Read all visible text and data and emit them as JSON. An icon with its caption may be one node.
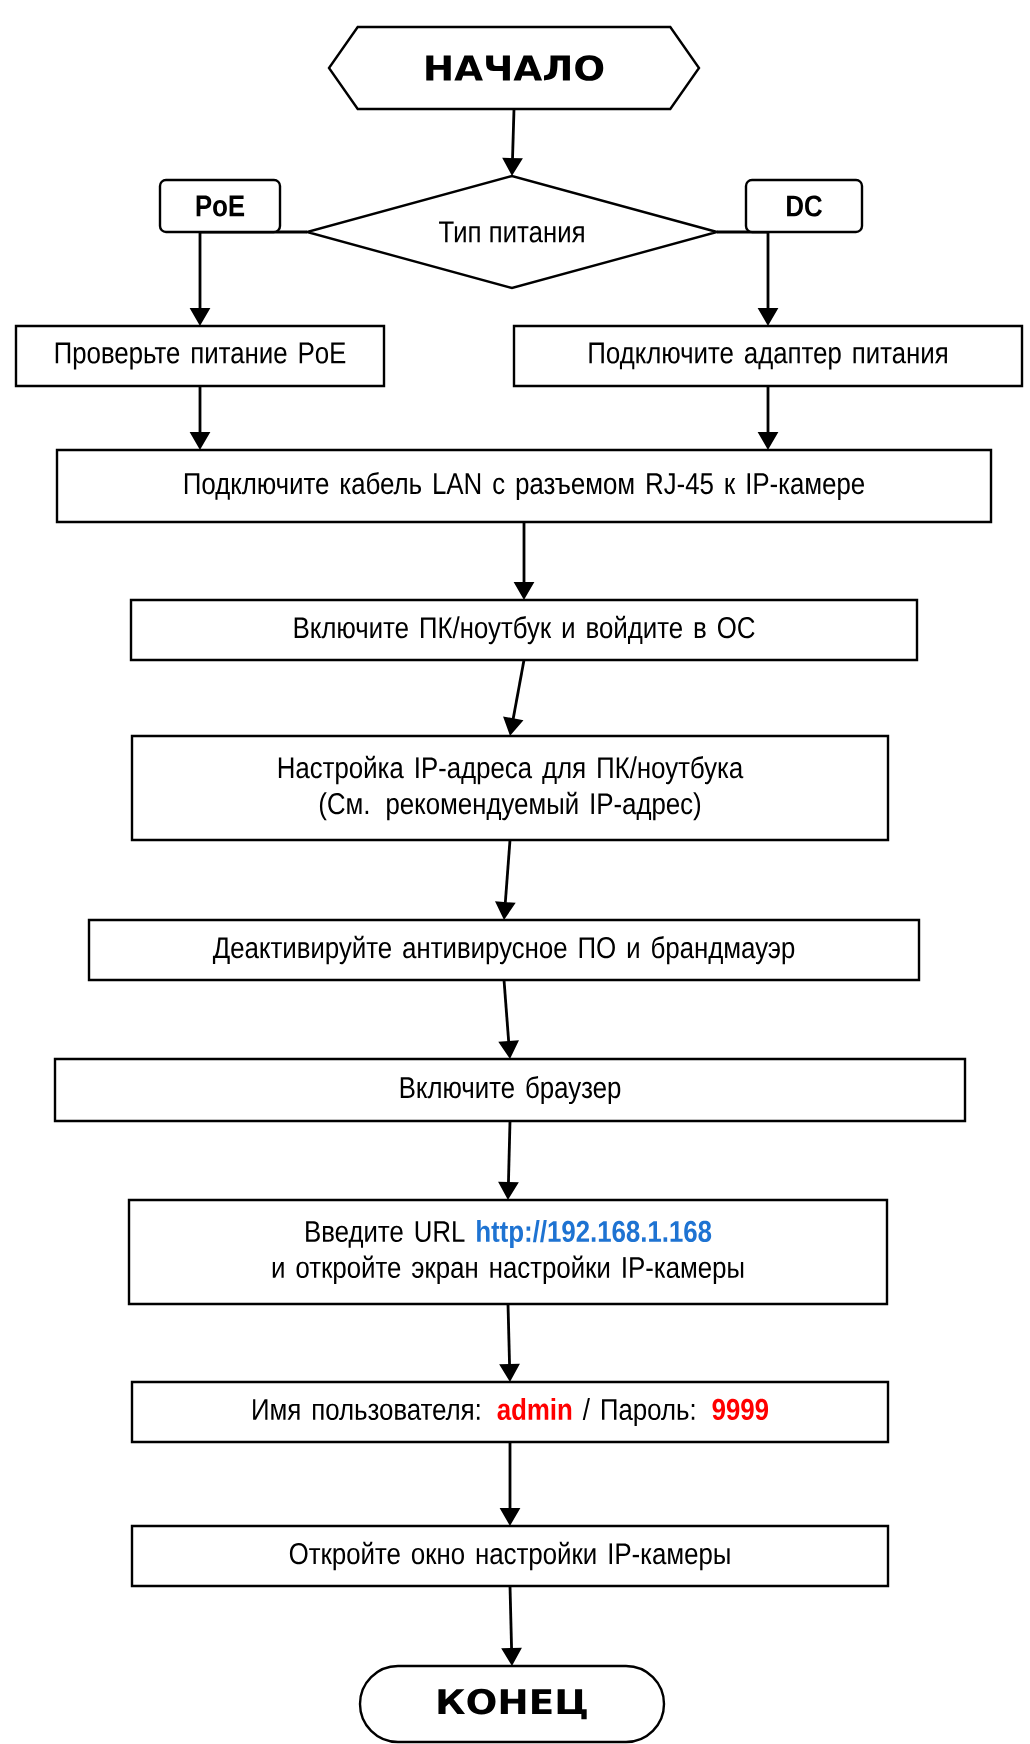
{
  "diagram": {
    "nodes": [
      {
        "text": [
          "НАЧАЛО"
        ]
      },
      {
        "text": [
          "Тип питания"
        ]
      },
      {
        "text": [
          "Проверьте питание PoE"
        ]
      },
      {
        "text": [
          "Подключите адаптер питания"
        ]
      },
      {
        "text": [
          "Подключите кабель LAN с разъемом RJ-45 к IP-камере"
        ]
      },
      {
        "text": [
          "Включите ПК/ноутбук и войдите в ОС"
        ]
      },
      {
        "text": [
          "Настройка IP-адреса для ПК/ноутбука (См. рекомендуемый IP-адрес)"
        ]
      },
      {
        "text": [
          "Деактивируйте антивирусное ПО и брандмауэр"
        ]
      },
      {
        "text": [
          "Включите браузер"
        ]
      },
      {
        "text": [
          "Введите URL",
          "http://192.168.1.168",
          "и откройте экран настройки IP-камеры"
        ]
      },
      {
        "text": [
          "Имя пользователя:",
          "admin",
          "/ Пароль:",
          "9999"
        ]
      },
      {
        "text": [
          "Откройте окно настройки IP-камеры"
        ]
      },
      {
        "text": [
          "КОНЕЦ"
        ]
      }
    ],
    "edges": [
      {
        "from": 0,
        "to": 1,
        "arrow": "to"
      },
      {
        "from": 1,
        "to": 2,
        "arrow": "to",
        "label": "PoE"
      },
      {
        "from": 1,
        "to": 3,
        "arrow": "to",
        "label": "DC"
      },
      {
        "from": 2,
        "to": 4,
        "arrow": "to"
      },
      {
        "from": 3,
        "to": 4,
        "arrow": "to"
      },
      {
        "from": 4,
        "to": 5,
        "arrow": "to"
      },
      {
        "from": 5,
        "to": 6,
        "arrow": "to"
      },
      {
        "from": 6,
        "to": 7,
        "arrow": "to"
      },
      {
        "from": 7,
        "to": 8,
        "arrow": "to"
      },
      {
        "from": 8,
        "to": 9,
        "arrow": "to"
      },
      {
        "from": 9,
        "to": 10,
        "arrow": "to"
      },
      {
        "from": 10,
        "to": 11,
        "arrow": "to"
      },
      {
        "from": 11,
        "to": 12,
        "arrow": "to"
      }
    ]
  }
}
